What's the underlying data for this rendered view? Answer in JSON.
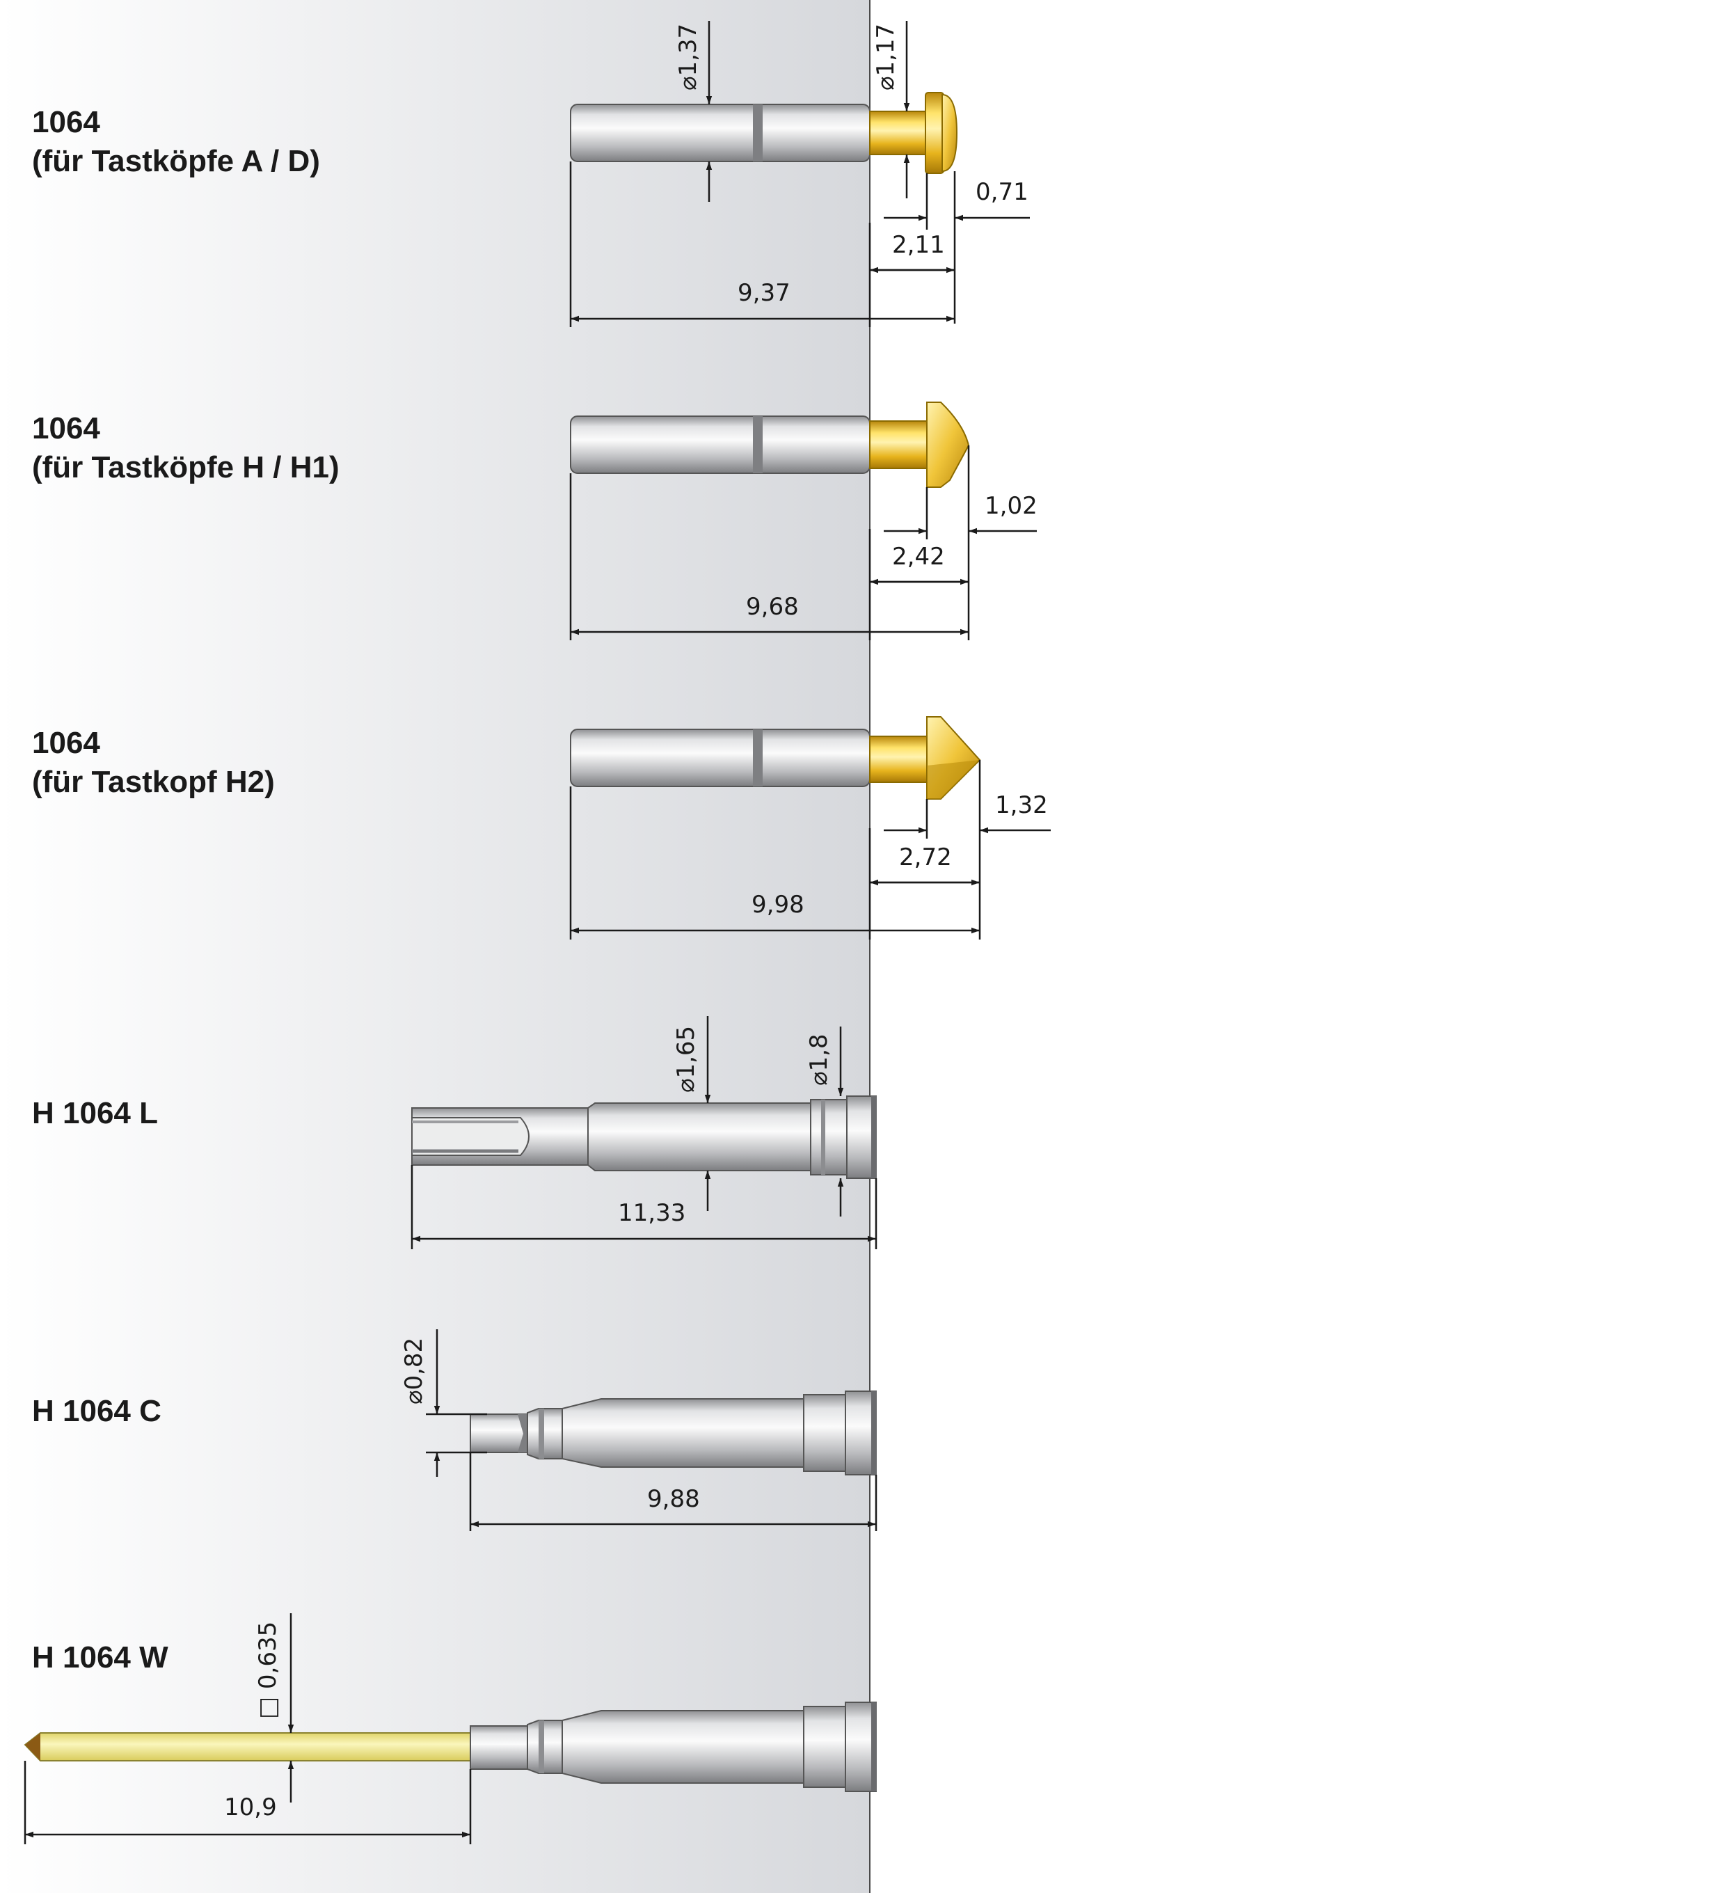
{
  "colors": {
    "band_left": "#ffffff",
    "band_right": "#d6d8dc",
    "steel_light": "#f6f6f7",
    "steel_dark": "#8a8b8e",
    "gold_light": "#fff0a8",
    "gold_dark": "#c99a08",
    "wire_yellow": "#f4ef9c",
    "line": "#1a1a1a"
  },
  "probes": [
    {
      "id": "1064-ad",
      "title": "1064",
      "subtitle": "(für Tastköpfe A / D)",
      "dims": {
        "shank_dia": "⌀1,37",
        "neck_dia": "⌀1,17",
        "head_len": "0,71",
        "tip_len": "2,11",
        "total_len": "9,37"
      }
    },
    {
      "id": "1064-h",
      "title": "1064",
      "subtitle": "(für Tastköpfe H / H1)",
      "dims": {
        "head_len": "1,02",
        "tip_len": "2,42",
        "total_len": "9,68"
      }
    },
    {
      "id": "1064-h2",
      "title": "1064",
      "subtitle": "(für Tastkopf H2)",
      "dims": {
        "head_len": "1,32",
        "tip_len": "2,72",
        "total_len": "9,98"
      }
    },
    {
      "id": "h1064l",
      "title": "H 1064 L",
      "dims": {
        "body_dia": "⌀1,65",
        "collar_dia": "⌀1,8",
        "total_len": "11,33"
      }
    },
    {
      "id": "h1064c",
      "title": "H 1064 C",
      "dims": {
        "tip_dia": "⌀0,82",
        "total_len": "9,88"
      }
    },
    {
      "id": "h1064w",
      "title": "H 1064 W",
      "dims": {
        "wire_square": "□ 0,635",
        "wire_len": "10,9"
      }
    }
  ]
}
